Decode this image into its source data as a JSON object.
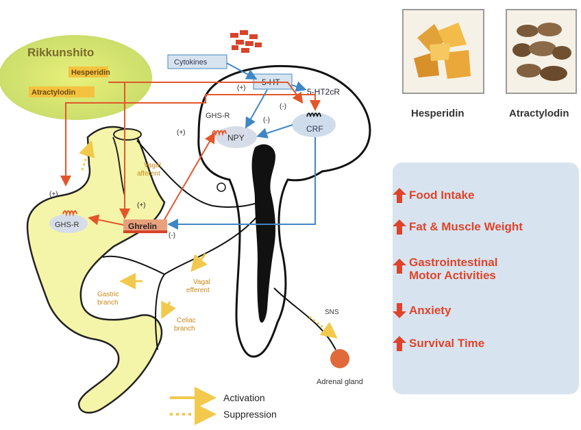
{
  "diagram": {
    "rikkunshito": "Rikkunshito",
    "hesperidin_tag": "Hesperidin",
    "atractylodin_tag": "Atractylodin",
    "cytokines": "Cytokines",
    "serotonin": "5-HT",
    "receptor_5ht2c": "5-HT2cR",
    "crf": "CRF",
    "npy": "NPY",
    "ghsr_brain": "GHS-R",
    "ghsr_gut": "GHS-R",
    "ghrelin": "Ghrelin",
    "plus_5ht": "(+)",
    "minus_5ht": "(-)",
    "minus_crf": "(-)",
    "plus_ghsr_brain": "(+)",
    "plus_gut": "(+)",
    "plus_ghrelin": "(+)",
    "minus_ghrelin": "(-)",
    "vagal_afferent_top": [
      "Vagal",
      "afferent"
    ],
    "vagal_afferent_bottom": [
      "Vagal",
      "efferent"
    ],
    "gastric_branch": [
      "Gastric",
      "branch"
    ],
    "celiac_branch": [
      "Celiac",
      "branch"
    ],
    "sns": "SNS",
    "adrenal_gland": "Adrenal gland",
    "legend_activation": "Activation",
    "legend_suppression": "Suppression"
  },
  "photos": {
    "hesperidin_label": "Hesperidin",
    "atractylodin_label": "Atractylodin"
  },
  "effects": [
    {
      "lines": [
        "Food Intake"
      ],
      "direction": "up"
    },
    {
      "lines": [
        "Fat & Muscle Weight"
      ],
      "direction": "up"
    },
    {
      "lines": [
        "Gastrointestinal",
        "Motor Activities"
      ],
      "direction": "up"
    },
    {
      "lines": [
        "Anxiety"
      ],
      "direction": "down"
    },
    {
      "lines": [
        "Survival Time"
      ],
      "direction": "up"
    }
  ],
  "colors": {
    "orange_arrow": "#e2562a",
    "blue_arrow": "#3f86c4",
    "gut_fill": "#f4f5a8",
    "ellipse_fill": "#dde6a4",
    "effect_text": "#e0432b",
    "panel_bg": "#d7e4ef",
    "activation": "#f2c94c"
  }
}
